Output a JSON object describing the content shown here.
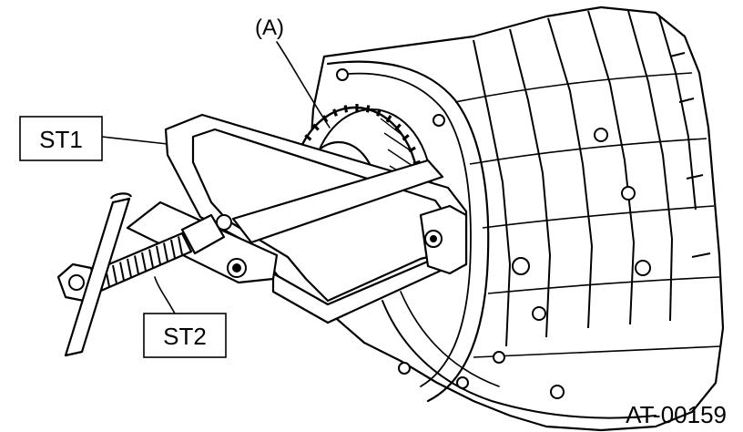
{
  "labels": {
    "part_a": "(A)",
    "st1": "ST1",
    "st2": "ST2",
    "figure_id": "AT-00159"
  }
}
